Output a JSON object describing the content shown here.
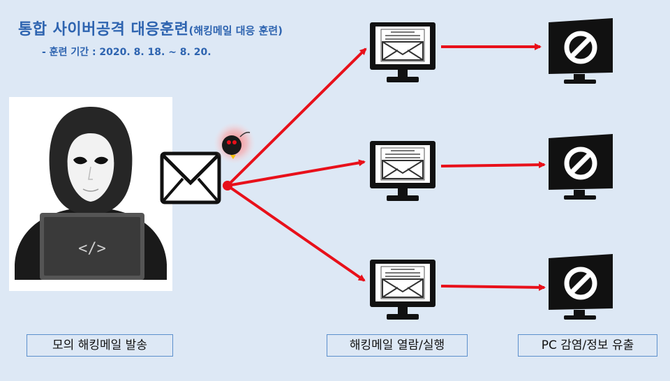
{
  "title": {
    "main": "통합 사이버공격 대응훈련",
    "sub": "(해킹메일 대응 훈련)"
  },
  "period": "- 훈련 기간 : 2020. 8. 18. ~ 8. 20.",
  "hacker": {
    "laptop_code": "</>"
  },
  "labels": {
    "send": "모의 해킹메일 발송",
    "open": "해킹메일 열람/실행",
    "infect": "PC 감염/정보 유출"
  },
  "colors": {
    "background": "#dde8f5",
    "title": "#2e64b0",
    "arrow": "#e8101a",
    "label_border": "#5b8fcc"
  },
  "icons": [
    "hacker-icon",
    "envelope-icon",
    "bomb-icon",
    "monitor-mail-icon",
    "monitor-blocked-icon"
  ]
}
